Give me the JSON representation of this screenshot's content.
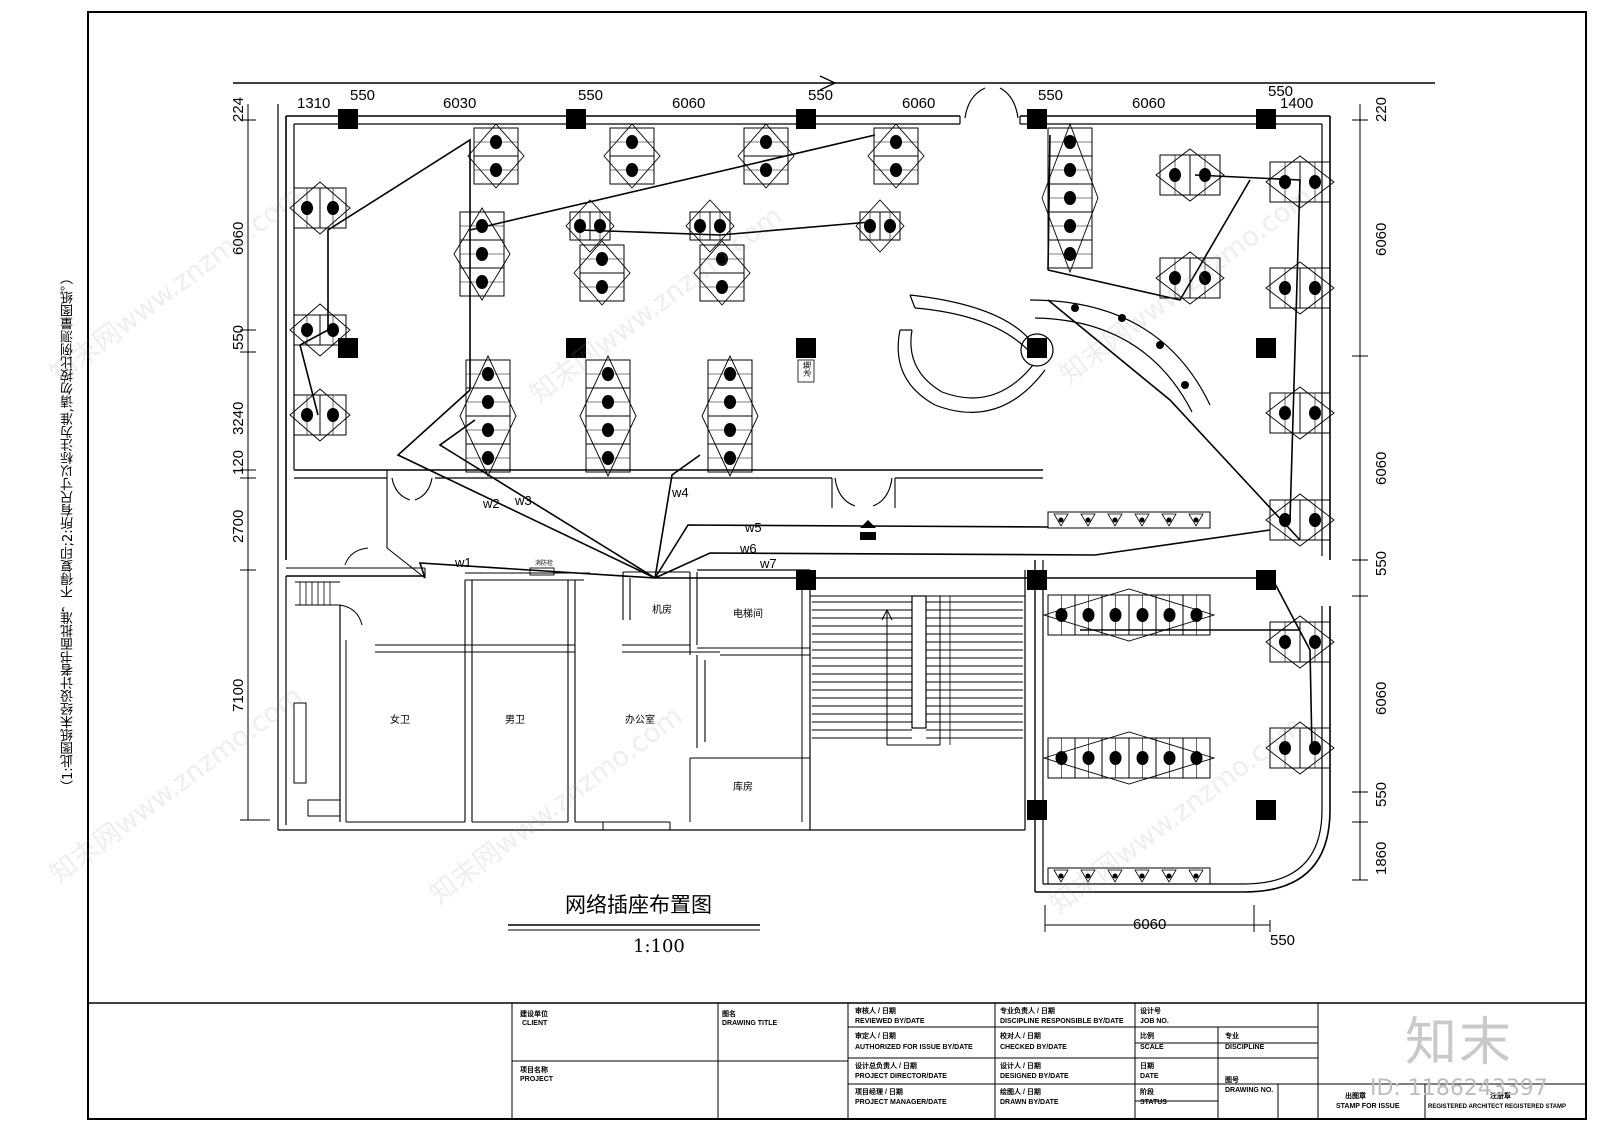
{
  "drawing": {
    "title": "网络插座布置图",
    "scale": "1:100",
    "side_note": "（1:此图纸未经设计者书面批准，不得复印;2:所有尺寸以标注为准,请勿按比例测量图纸。）"
  },
  "dimensions": {
    "top": [
      "1310",
      "550",
      "6030",
      "550",
      "6060",
      "550",
      "6060",
      "550",
      "6060",
      "550",
      "1400"
    ],
    "left": [
      "224",
      "6060",
      "550",
      "3240",
      "120",
      "2700",
      "7100"
    ],
    "right": [
      "220",
      "6060",
      "6060",
      "550",
      "6060",
      "550",
      "1860"
    ],
    "bottom": [
      "6060",
      "550"
    ]
  },
  "rooms": {
    "machine_room": "机房",
    "elevator": "电梯间",
    "women_wc": "女卫",
    "men_wc": "男卫",
    "office": "办公室",
    "storage": "库房",
    "fridge": "冰箱",
    "fire_hydrant": "消防栓"
  },
  "circuits": [
    "w1",
    "w2",
    "w3",
    "w4",
    "w5",
    "w6",
    "w7"
  ],
  "title_block": {
    "client": "建设单位",
    "client_en": "CLIENT",
    "project": "项目名称",
    "project_en": "PROJECT",
    "drawing_title": "图名",
    "drawing_title_en": "DRAWING TITLE",
    "reviewed": "审核人 / 日期",
    "reviewed_en": "REVIEWED BY/DATE",
    "authorized": "审定人 / 日期",
    "authorized_en": "AUTHORIZED FOR ISSUE BY/DATE",
    "project_director": "设计总负责人 / 日期",
    "project_director_en": "PROJECT DIRECTOR/DATE",
    "project_manager": "项目经理 / 日期",
    "project_manager_en": "PROJECT MANAGER/DATE",
    "discipline_resp": "专业负责人 / 日期",
    "discipline_resp_en": "DISCIPLINE RESPONSIBLE BY/DATE",
    "checked": "校对人 / 日期",
    "checked_en": "CHECKED BY/DATE",
    "designed": "设计人 / 日期",
    "designed_en": "DESIGNED BY/DATE",
    "drawn": "绘图人 / 日期",
    "drawn_en": "DRAWN BY/DATE",
    "job_no": "设计号",
    "job_no_en": "JOB NO.",
    "scale": "比例",
    "scale_en": "SCALE",
    "discipline": "专业",
    "discipline_en": "DISCIPLINE",
    "date": "日期",
    "date_en": "DATE",
    "status": "阶段",
    "status_en": "STATUS",
    "drawing_no": "图号",
    "drawing_no_en": "DRAWING NO.",
    "stamp_issue": "出图章",
    "stamp_issue_en": "STAMP FOR ISSUE",
    "stamp_reg": "注册章",
    "stamp_reg_en": "REGISTERED ARCHITECT REGISTERED STAMP"
  },
  "watermark": {
    "logo": "知末",
    "id": "ID: 1186243397",
    "site": "知末网www.znzmo.com"
  }
}
